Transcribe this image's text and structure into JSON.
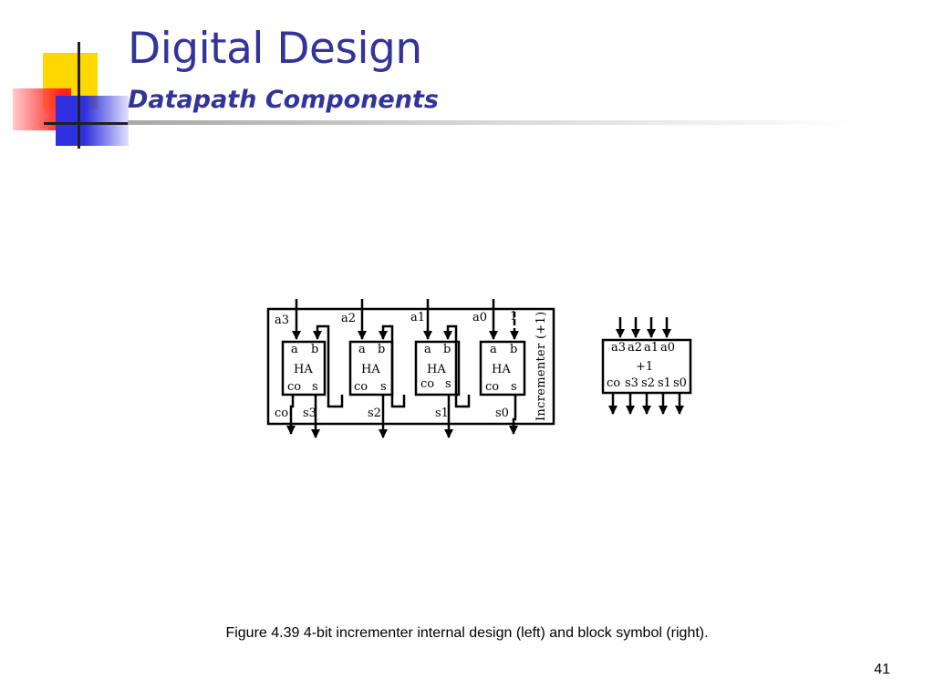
{
  "slide": {
    "title": "Digital Design",
    "subtitle": "Datapath Components",
    "page_number": "41",
    "caption": "Figure 4.39 4-bit incrementer internal design (left) and block symbol (right).",
    "colors": {
      "title": "#333399",
      "accent_yellow": "#ffd800",
      "accent_red": "#ff2020",
      "accent_blue": "#3030e0"
    }
  },
  "diagram": {
    "inputs": {
      "a3": "a3",
      "a2": "a2",
      "a1": "a1",
      "a0": "a0",
      "one": "1"
    },
    "side_label": "Incrementer (+1)",
    "half_adder": {
      "in_a": "a",
      "in_b": "b",
      "name": "HA",
      "out_co": "co",
      "out_s": "s"
    },
    "outputs": {
      "co": "co",
      "s3": "s3",
      "s2": "s2",
      "s1": "s1",
      "s0": "s0"
    },
    "symbol": {
      "inputs": [
        "a3",
        "a2",
        "a1",
        "a0"
      ],
      "op": "+1",
      "outputs": [
        "co",
        "s3",
        "s2",
        "s1",
        "s0"
      ]
    }
  }
}
